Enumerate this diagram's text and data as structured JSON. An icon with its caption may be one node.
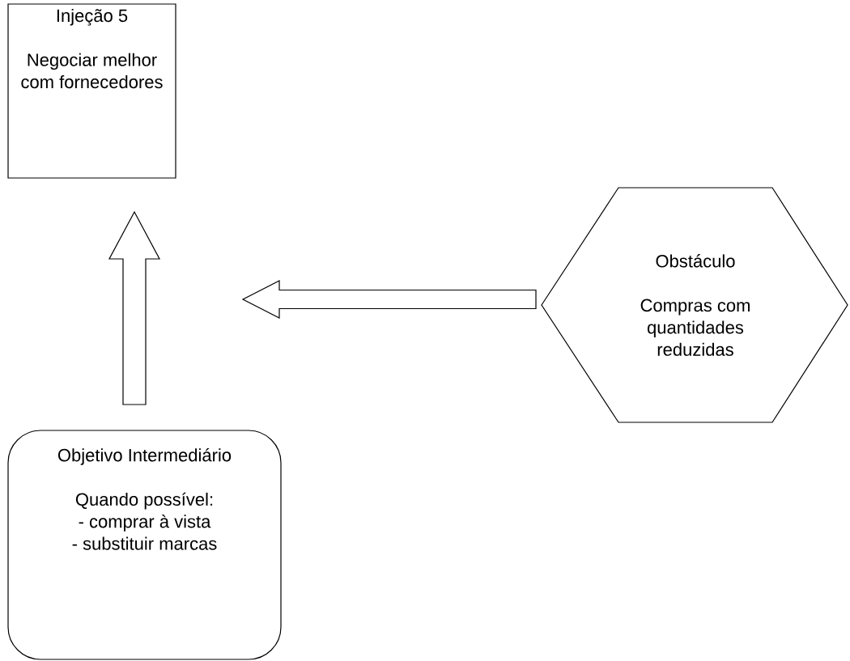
{
  "diagram": {
    "nodes": [
      {
        "text": [
          "Injeção 5",
          "Negociar melhor com fornecedores"
        ]
      },
      {
        "text": [
          "Obstáculo",
          "Compras com quantidades reduzidas"
        ]
      },
      {
        "text": [
          "Objetivo Intermediário",
          "Quando possível:",
          "- comprar à vista",
          "- substituir marcas"
        ]
      }
    ],
    "edges": [
      {
        "from": 2,
        "to": 0,
        "arrow": "to"
      },
      {
        "from": 1,
        "to": null,
        "arrow": "to"
      }
    ]
  }
}
